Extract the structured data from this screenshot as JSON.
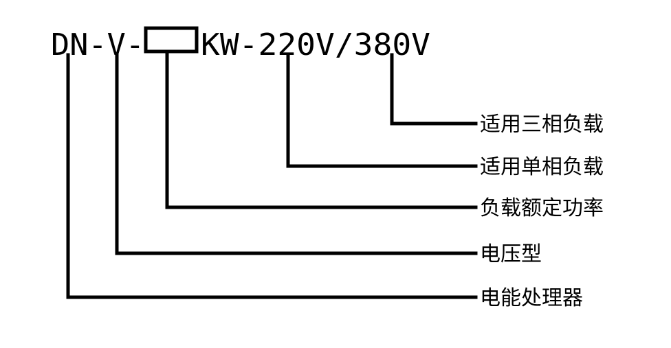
{
  "model_code": {
    "prefix": "DN-V-",
    "suffix": "KW-220V/380V"
  },
  "labels": {
    "three_phase": "适用三相负载",
    "single_phase": "适用单相负载",
    "rated_power": "负载额定功率",
    "voltage_type": "电压型",
    "processor": "电能处理器"
  },
  "colors": {
    "ink": "#000000",
    "background": "#ffffff"
  }
}
